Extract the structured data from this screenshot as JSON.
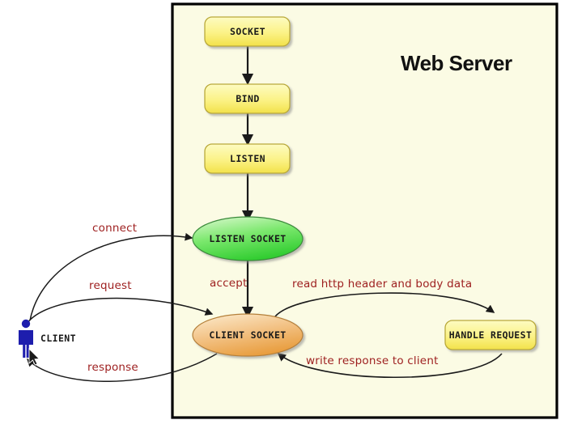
{
  "diagram": {
    "title": "Web Server",
    "background_color": "#ffffff",
    "server_panel_color": "#fbfbe4",
    "server_border_color": "#000000",
    "label_color": "#9e2020",
    "client_color": "#1d1dad"
  },
  "server": {
    "title": "Web Server",
    "nodes": [
      {
        "id": "socket",
        "label": "SOCKET",
        "shape": "rounded-box",
        "fill": "#fdf68a"
      },
      {
        "id": "bind",
        "label": "BIND",
        "shape": "rounded-box",
        "fill": "#fdf68a"
      },
      {
        "id": "listen",
        "label": "LISTEN",
        "shape": "rounded-box",
        "fill": "#fdf68a"
      },
      {
        "id": "listen_socket",
        "label": "LISTEN SOCKET",
        "shape": "ellipse",
        "fill": "#55dd55"
      },
      {
        "id": "client_socket",
        "label": "CLIENT SOCKET",
        "shape": "ellipse",
        "fill": "#f0b060"
      },
      {
        "id": "handle_request",
        "label": "HANDLE REQUEST",
        "shape": "rounded-box",
        "fill": "#fdf68a"
      }
    ]
  },
  "client": {
    "label": "CLIENT",
    "icon": "person-icon"
  },
  "edges": [
    {
      "id": "socket-bind",
      "label": "",
      "from": "socket",
      "to": "bind"
    },
    {
      "id": "bind-listen",
      "label": "",
      "from": "bind",
      "to": "listen"
    },
    {
      "id": "listen-listen_socket",
      "label": "",
      "from": "listen",
      "to": "listen_socket"
    },
    {
      "id": "connect",
      "label": "connect",
      "from": "client",
      "to": "listen_socket"
    },
    {
      "id": "accept",
      "label": "accept",
      "from": "listen_socket",
      "to": "client_socket"
    },
    {
      "id": "request",
      "label": "request",
      "from": "client",
      "to": "client_socket"
    },
    {
      "id": "response",
      "label": "response",
      "from": "client_socket",
      "to": "client"
    },
    {
      "id": "read-http",
      "label": "read http header and body data",
      "from": "client_socket",
      "to": "handle_request"
    },
    {
      "id": "write-response",
      "label": "write response to client",
      "from": "handle_request",
      "to": "client_socket"
    }
  ]
}
